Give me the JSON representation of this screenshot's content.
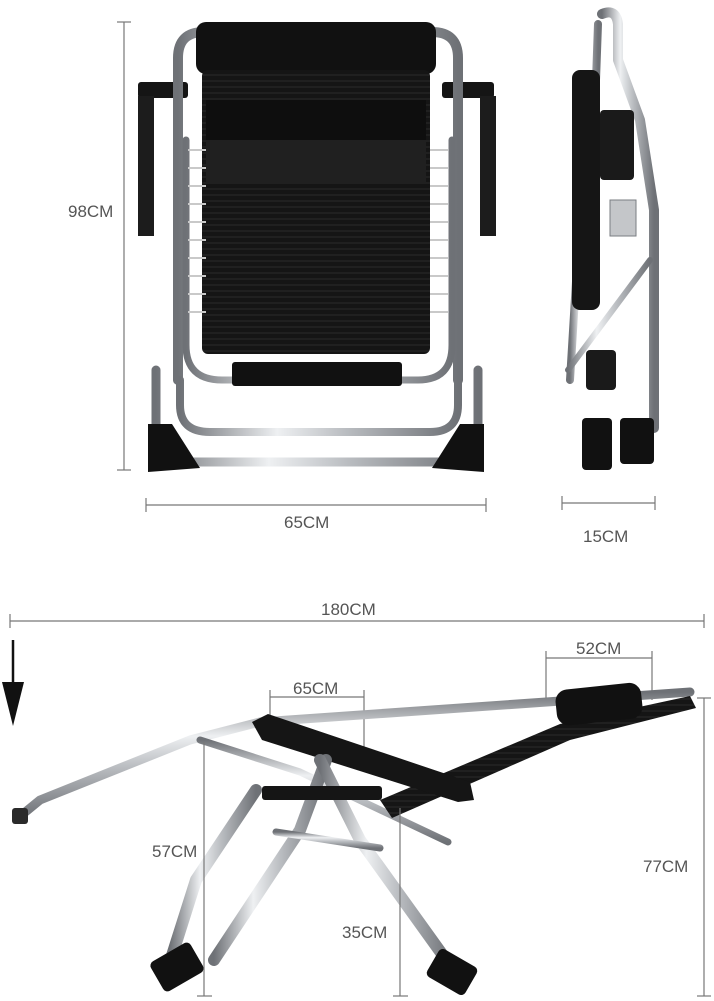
{
  "dimensions": {
    "front_height": "98CM",
    "front_width": "65CM",
    "side_depth": "15CM",
    "recline_length": "180CM",
    "headrest_length": "52CM",
    "armrest_length": "65CM",
    "armrest_height": "57CM",
    "seat_front_height": "35CM",
    "total_height": "77CM"
  },
  "colors": {
    "fabric": "#151515",
    "frame_metal": "#b9bcc0",
    "frame_highlight": "#eef0f2",
    "frame_shadow": "#6e7176",
    "dimension_line": "#777777",
    "label_text": "#555555",
    "arrow": "#111111"
  },
  "icons": {
    "direction_arrow": "arrow-down-icon"
  }
}
